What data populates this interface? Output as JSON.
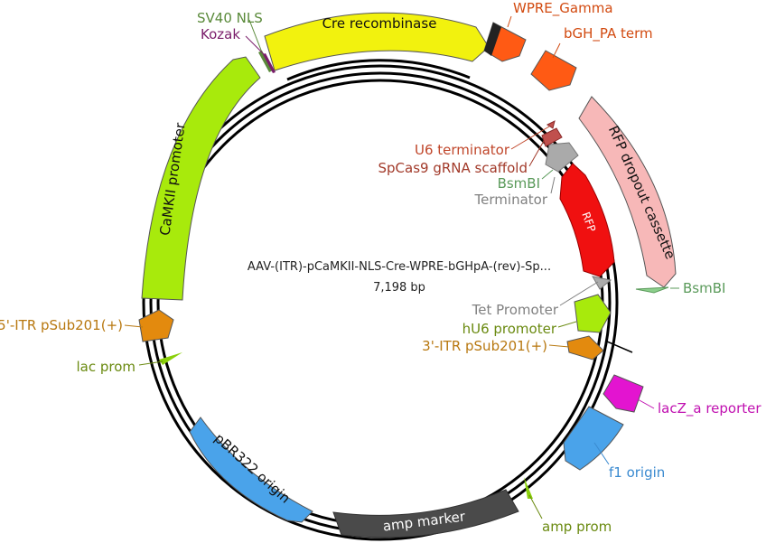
{
  "plasmid": {
    "name": "AAV-(ITR)-pCaMKII-NLS-Cre-WPRE-bGHpA-(rev)-Sp...",
    "size": "7,198 bp"
  },
  "features": [
    {
      "id": "cre",
      "name": "Cre recombinase",
      "color": "#f2f20e"
    },
    {
      "id": "wpre",
      "name": "WPRE_Gamma",
      "color": "#ff5a14"
    },
    {
      "id": "bgh",
      "name": "bGH_PA term",
      "color": "#ff5a14"
    },
    {
      "id": "rfp_cassette",
      "name": "RFP dropout cassette",
      "color": "#f7b8b8"
    },
    {
      "id": "rfp",
      "name": "RFP",
      "color": "#f01010"
    },
    {
      "id": "camkii",
      "name": "CaMKII promoter",
      "color": "#a8ea0c"
    },
    {
      "id": "pbr322",
      "name": "pBR322 origin",
      "color": "#4aa3ea"
    },
    {
      "id": "amp",
      "name": "amp marker",
      "color": "#4a4a4a"
    },
    {
      "id": "f1",
      "name": "f1 origin",
      "color": "#4aa3ea"
    },
    {
      "id": "lacz",
      "name": "lacZ_a reporter",
      "color": "#e314d0"
    },
    {
      "id": "itr5",
      "name": "5'-ITR pSub201(+)",
      "color": "#e38a0e"
    },
    {
      "id": "itr3",
      "name": "3'-ITR pSub201(+)",
      "color": "#e38a0e"
    },
    {
      "id": "hu6",
      "name": "hU6 promoter",
      "color": "#a8ea0c"
    },
    {
      "id": "tet",
      "name": "Tet Promoter",
      "color": "#aaaaaa"
    },
    {
      "id": "bsmbi_right",
      "name": "BsmBI",
      "color": "#8ccf8c"
    },
    {
      "id": "bsmbi_upper",
      "name": "BsmBI",
      "color": "#8ccf8c"
    },
    {
      "id": "terminator",
      "name": "Terminator",
      "color": "#aaaaaa"
    },
    {
      "id": "scaffold",
      "name": "SpCas9 gRNA scaffold",
      "color": "#c0504d"
    },
    {
      "id": "u6term",
      "name": "U6 terminator",
      "color": "#c0504d"
    },
    {
      "id": "sv40",
      "name": "SV40 NLS",
      "color": "#5a8a3a"
    },
    {
      "id": "kozak",
      "name": "Kozak",
      "color": "#7a1c6a"
    },
    {
      "id": "lacprom",
      "name": "lac prom",
      "color": "#8ad00a"
    },
    {
      "id": "ampprom",
      "name": "amp prom",
      "color": "#8ad00a"
    }
  ],
  "label_colors": {
    "wpre": "#d24a10",
    "bgh": "#d24a10",
    "u6term": "#c0462a",
    "scaffold": "#a23a2a",
    "bsmbi": "#5a9a5a",
    "terminator": "#808080",
    "tet": "#808080",
    "hu6": "#6a8a10",
    "itr": "#b87810",
    "lacz": "#c010b0",
    "f1": "#3a8ad0",
    "ampprom": "#6a8a10",
    "lacprom": "#6a8a10",
    "sv40": "#5a8a3a",
    "kozak": "#7a1c6a"
  }
}
